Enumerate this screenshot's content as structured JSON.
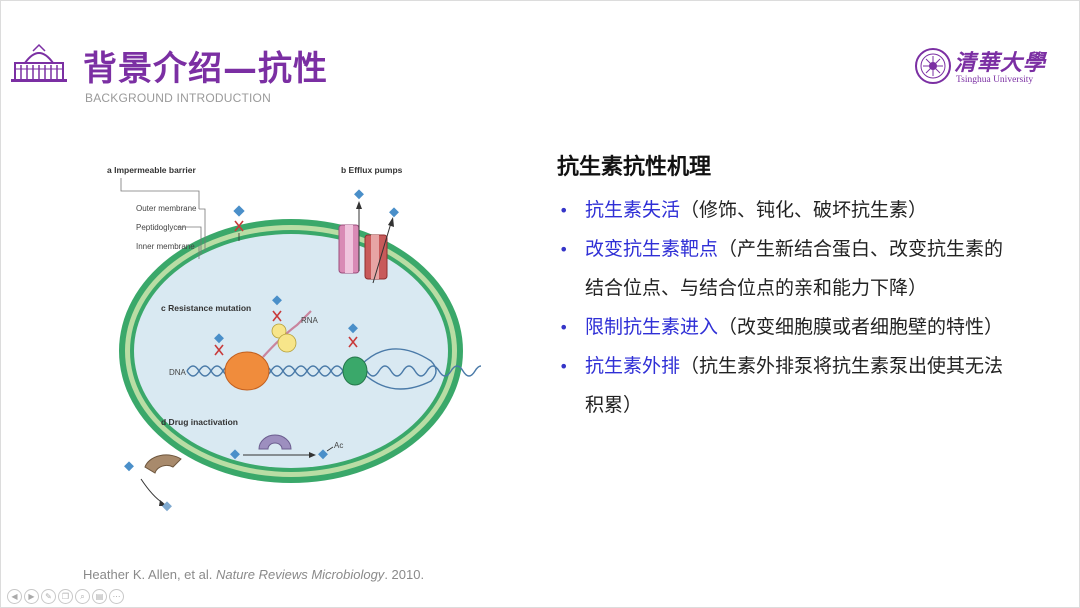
{
  "header": {
    "title": "背景介绍—抗性",
    "subtitle": "BACKGROUND INTRODUCTION",
    "brand_cn": "清華大學",
    "brand_en": "Tsinghua University"
  },
  "diagram": {
    "label_a": "a Impermeable barrier",
    "label_b": "b Efflux pumps",
    "label_c": "c Resistance mutation",
    "label_d": "d Drug inactivation",
    "outer_membrane": "Outer membrane",
    "peptidoglycan": "Peptidoglycan",
    "inner_membrane": "Inner membrane",
    "rna": "RNA",
    "dna": "DNA",
    "ac": "Ac"
  },
  "panel": {
    "heading": "抗生素抗性机理",
    "items": [
      {
        "key": "抗生素失活",
        "desc": "（修饰、钝化、破坏抗生素）"
      },
      {
        "key": "改变抗生素靶点",
        "desc": "（产生新结合蛋白、改变抗生素的结合位点、与结合位点的亲和能力下降）"
      },
      {
        "key": "限制抗生素进入",
        "desc": "（改变细胞膜或者细胞壁的特性）"
      },
      {
        "key": "抗生素外排",
        "desc": "（抗生素外排泵将抗生素泵出使其无法积累）"
      }
    ]
  },
  "citation": {
    "authors": "Heather K. Allen, et al. ",
    "journal": "Nature Reviews Microbiology",
    "year": ". 2010."
  },
  "colors": {
    "accent": "#7b2fa3",
    "bullet_key": "#2f2fd6",
    "cell_fill": "#d9e9f2",
    "outer_ring": "#3aa86a",
    "peptidoglycan": "#b9dda4"
  },
  "controls": [
    "prev-icon",
    "next-icon",
    "pen-icon",
    "copy-icon",
    "zoom-icon",
    "menu-icon",
    "more-icon"
  ]
}
